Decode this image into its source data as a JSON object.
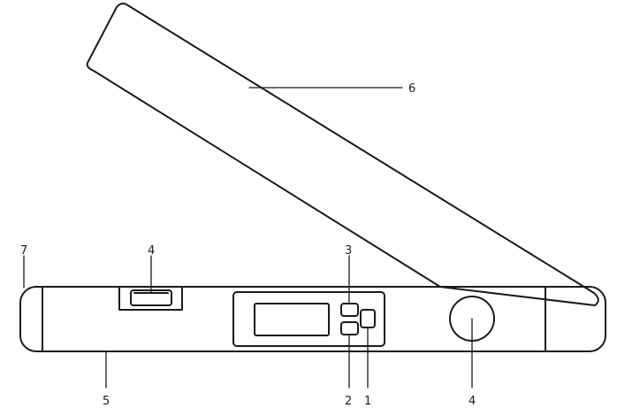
{
  "diagram": {
    "stroke_color": "#1a1a1a",
    "background": "#ffffff",
    "callouts": {
      "arm": "6",
      "end_cap": "7",
      "level_vial": "4",
      "body": "5",
      "button_top": "3",
      "button_bottom": "2",
      "button_side": "1",
      "pivot_knob": "4"
    }
  }
}
